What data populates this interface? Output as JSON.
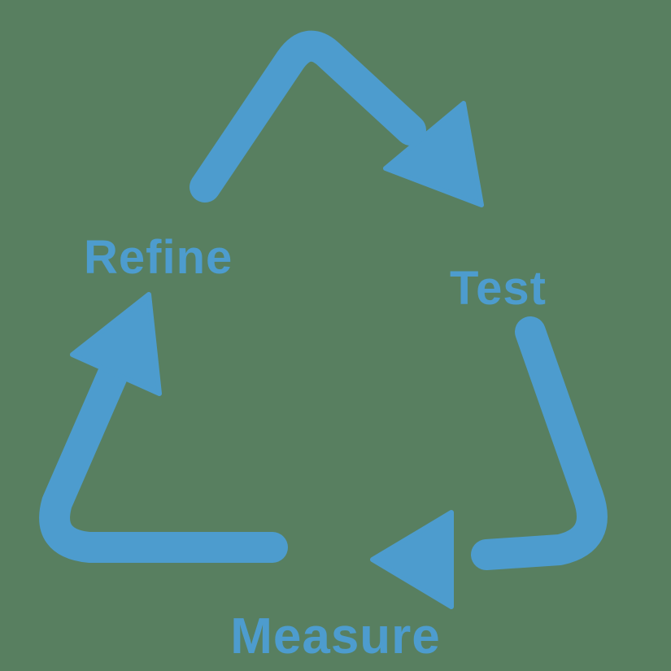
{
  "canvas": {
    "background_color": "#587F60",
    "accent_color": "#4D9CCE"
  },
  "diagram": {
    "type": "cycle",
    "flow": "Refine -> Test -> Measure -> Refine",
    "steps": [
      {
        "id": "refine",
        "label": "Refine",
        "position": "upper-left"
      },
      {
        "id": "test",
        "label": "Test",
        "position": "right"
      },
      {
        "id": "measure",
        "label": "Measure",
        "position": "bottom-center"
      }
    ],
    "edges": [
      {
        "from": "Refine",
        "to": "Test",
        "shape": "arrow over the top, head pointing down-right"
      },
      {
        "from": "Test",
        "to": "Measure",
        "shape": "arrow down right side, head pointing left along bottom"
      },
      {
        "from": "Measure",
        "to": "Refine",
        "shape": "arrow along bottom-left, head pointing up-right"
      }
    ]
  }
}
